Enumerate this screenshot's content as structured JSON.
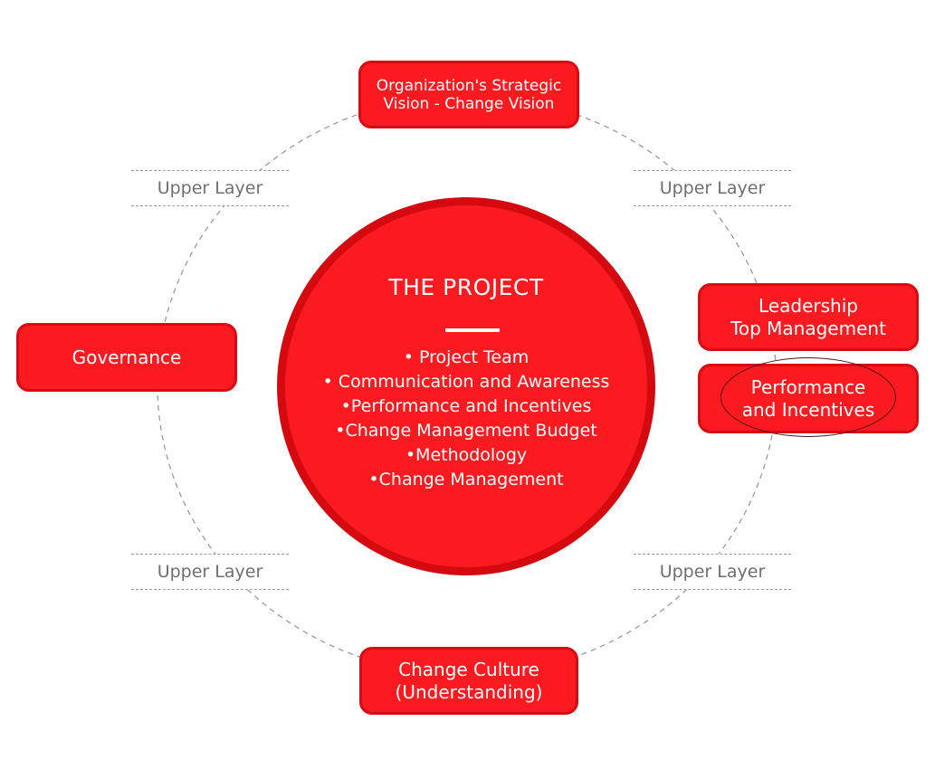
{
  "colors": {
    "box_fill": "#fb1a1f",
    "box_border": "#d80a12",
    "circle_border": "#d40a10",
    "text_on_red": "#ffffff",
    "layer_text": "#6f6f6f",
    "dashed_line": "#9a9a9a",
    "highlight_ellipse": "#5a1416"
  },
  "top_box": {
    "line1": "Organization's Strategic",
    "line2": "Vision - Change Vision"
  },
  "left_box": {
    "label": "Governance"
  },
  "right_box_leadership": {
    "line1": "Leadership",
    "line2": "Top Management"
  },
  "right_box_performance": {
    "line1": "Performance",
    "line2": "and Incentives"
  },
  "bottom_box": {
    "line1": "Change Culture",
    "line2": "(Understanding)"
  },
  "layer_labels": [
    "Upper Layer",
    "Upper Layer",
    "Upper Layer",
    "Upper Layer"
  ],
  "project": {
    "title": "THE PROJECT",
    "items": [
      "• Project Team",
      "• Communication and Awareness",
      "•Performance and Incentives",
      "•Change Management Budget",
      "•Methodology",
      "•Change Management"
    ]
  }
}
